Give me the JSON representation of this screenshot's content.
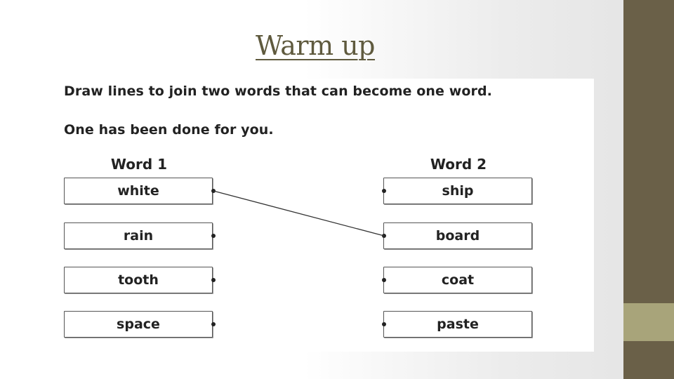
{
  "slide": {
    "title": "Warm up"
  },
  "worksheet": {
    "instruction_1": "Draw lines to join two words that can become one word.",
    "instruction_2": "One has been done for you.",
    "word1_header": "Word 1",
    "word2_header": "Word 2",
    "word1": [
      "white",
      "rain",
      "tooth",
      "space"
    ],
    "word2": [
      "ship",
      "board",
      "coat",
      "paste"
    ],
    "example_match": {
      "from": "white",
      "to": "board"
    }
  },
  "colors": {
    "title": "#5f5a3e",
    "side_bar": "#6a6048",
    "side_accent": "#a8a47a"
  }
}
